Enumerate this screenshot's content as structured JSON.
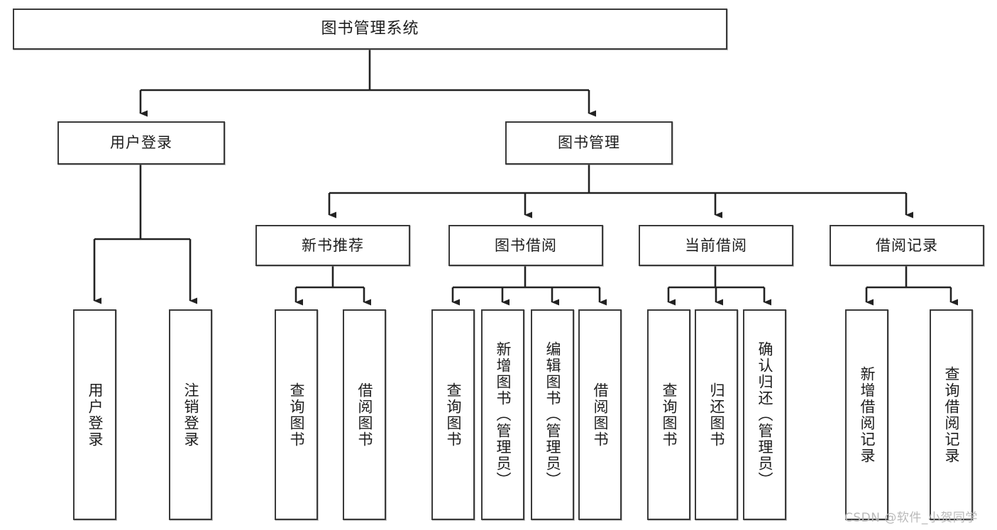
{
  "diagram": {
    "title_text": "图书管理系统",
    "type": "tree",
    "orientation": "top-down",
    "background_color": "#ffffff",
    "node_border_color": "#3a3a3a",
    "node_fill_color": "#ffffff",
    "connector_color": "#222222",
    "root": {
      "id": "root",
      "label": "图书管理系统",
      "text_direction": "horizontal"
    },
    "level2": [
      {
        "id": "user-login",
        "label": "用户登录",
        "text_direction": "horizontal"
      },
      {
        "id": "book-manage",
        "label": "图书管理",
        "text_direction": "horizontal"
      }
    ],
    "level3": [
      {
        "id": "new-book-rec",
        "label": "新书推荐",
        "text_direction": "horizontal",
        "parent": "book-manage"
      },
      {
        "id": "book-borrow",
        "label": "图书借阅",
        "text_direction": "horizontal",
        "parent": "book-manage"
      },
      {
        "id": "current-borrow",
        "label": "当前借阅",
        "text_direction": "horizontal",
        "parent": "book-manage"
      },
      {
        "id": "borrow-record",
        "label": "借阅记录",
        "text_direction": "horizontal",
        "parent": "book-manage"
      }
    ],
    "leaves": [
      {
        "id": "leaf-user-login",
        "label": "用户登录",
        "parent": "user-login",
        "text_direction": "vertical"
      },
      {
        "id": "leaf-user-logout",
        "label": "注销登录",
        "parent": "user-login",
        "text_direction": "vertical"
      },
      {
        "id": "leaf-rec-query",
        "label": "查询图书",
        "parent": "new-book-rec",
        "text_direction": "vertical"
      },
      {
        "id": "leaf-rec-borrow",
        "label": "借阅图书",
        "parent": "new-book-rec",
        "text_direction": "vertical"
      },
      {
        "id": "leaf-borrow-query",
        "label": "查询图书",
        "parent": "book-borrow",
        "text_direction": "vertical"
      },
      {
        "id": "leaf-borrow-add",
        "label": "新增图书（管理员）",
        "parent": "book-borrow",
        "text_direction": "vertical"
      },
      {
        "id": "leaf-borrow-edit",
        "label": "编辑图书（管理员）",
        "parent": "book-borrow",
        "text_direction": "vertical"
      },
      {
        "id": "leaf-borrow-lend",
        "label": "借阅图书",
        "parent": "book-borrow",
        "text_direction": "vertical"
      },
      {
        "id": "leaf-cur-query",
        "label": "查询图书",
        "parent": "current-borrow",
        "text_direction": "vertical"
      },
      {
        "id": "leaf-cur-return",
        "label": "归还图书",
        "parent": "current-borrow",
        "text_direction": "vertical"
      },
      {
        "id": "leaf-cur-confirm",
        "label": "确认归还（管理员）",
        "parent": "current-borrow",
        "text_direction": "vertical"
      },
      {
        "id": "leaf-rec-add",
        "label": "新增借阅记录",
        "parent": "borrow-record",
        "text_direction": "vertical"
      },
      {
        "id": "leaf-rec-search",
        "label": "查询借阅记录",
        "parent": "borrow-record",
        "text_direction": "vertical"
      }
    ]
  },
  "watermark": {
    "text": "CSDN @软件_小贺同学",
    "color": "#b9b9b9"
  }
}
